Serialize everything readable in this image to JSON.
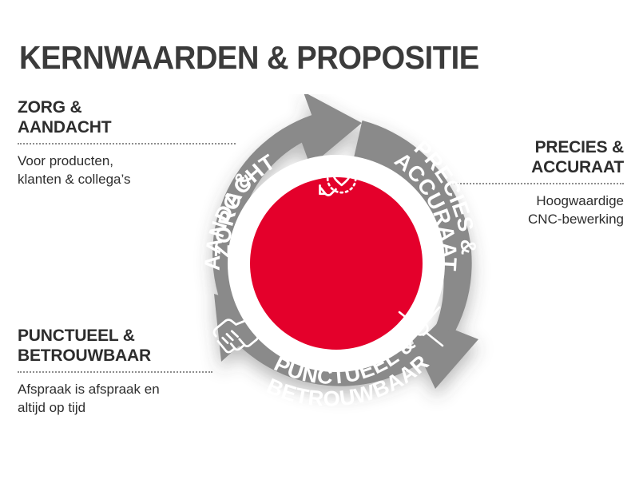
{
  "header": {
    "title": "KERNWAARDEN & PROPOSITIE"
  },
  "colors": {
    "red": "#E4002B",
    "gray": "#8A8A8A",
    "text_dark": "#2D2D2D",
    "title_gray": "#3B3B3B",
    "white": "#FFFFFF"
  },
  "callouts": [
    {
      "heading": "ZORG &\nAANDACHT",
      "body": "Voor producten,\nklanten & collega’s"
    },
    {
      "heading": "PRECIES &\nACCURAAT",
      "body": "Hoogwaardige\nCNC-bewerking"
    },
    {
      "heading": "PUNCTUEEL &\nBETROUWBAAR",
      "body": "Afspraak is afspraak en\naltijd op tijd"
    }
  ],
  "diagram": {
    "type": "cycle",
    "direction": "clockwise",
    "segments": [
      {
        "label_line1": "ZORG &",
        "label_line2": "AANDACHT",
        "icon": "hands-heart-icon"
      },
      {
        "label_line1": "PRECIES &",
        "label_line2": "ACCURAAT",
        "icon": "crosshair-icon"
      },
      {
        "label_line1": "PUNCTUEEL &",
        "label_line2": "BETROUWBAAR",
        "icon": "handshake-icon"
      }
    ]
  }
}
